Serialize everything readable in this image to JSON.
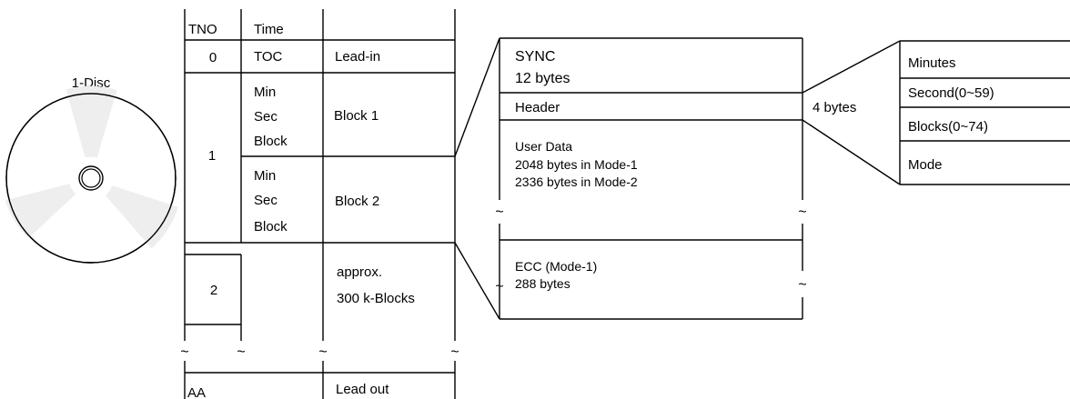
{
  "disc": {
    "label": "1-Disc"
  },
  "track_table": {
    "headers": {
      "tno": "TNO",
      "time": "Time",
      "desc": ""
    },
    "rows": {
      "lead_in": {
        "tno": "0",
        "time": "TOC",
        "desc": "Lead-in"
      },
      "block1": {
        "time_lines": [
          "Min",
          "Sec",
          "Block"
        ],
        "desc": "Block 1"
      },
      "track1": {
        "tno": "1"
      },
      "block2": {
        "time_lines": [
          "Min",
          "Sec",
          "Block"
        ],
        "desc": "Block 2"
      },
      "track2": {
        "tno": "2",
        "desc_lines": [
          "approx.",
          "300 k-Blocks"
        ]
      },
      "lead_out": {
        "tno": "AA",
        "desc": "Lead out"
      }
    }
  },
  "sector": {
    "sync_title": "SYNC",
    "sync_size": "12 bytes",
    "header": "Header",
    "header_size": "4 bytes",
    "user_data_lines": [
      "User Data",
      "2048 bytes in Mode-1",
      "2336 bytes in Mode-2"
    ],
    "ecc_lines": [
      "ECC (Mode-1)",
      "288 bytes"
    ]
  },
  "header_fields": [
    "Minutes",
    "Second(0~59)",
    "Blocks(0~74)",
    "Mode"
  ],
  "break_mark": "~"
}
